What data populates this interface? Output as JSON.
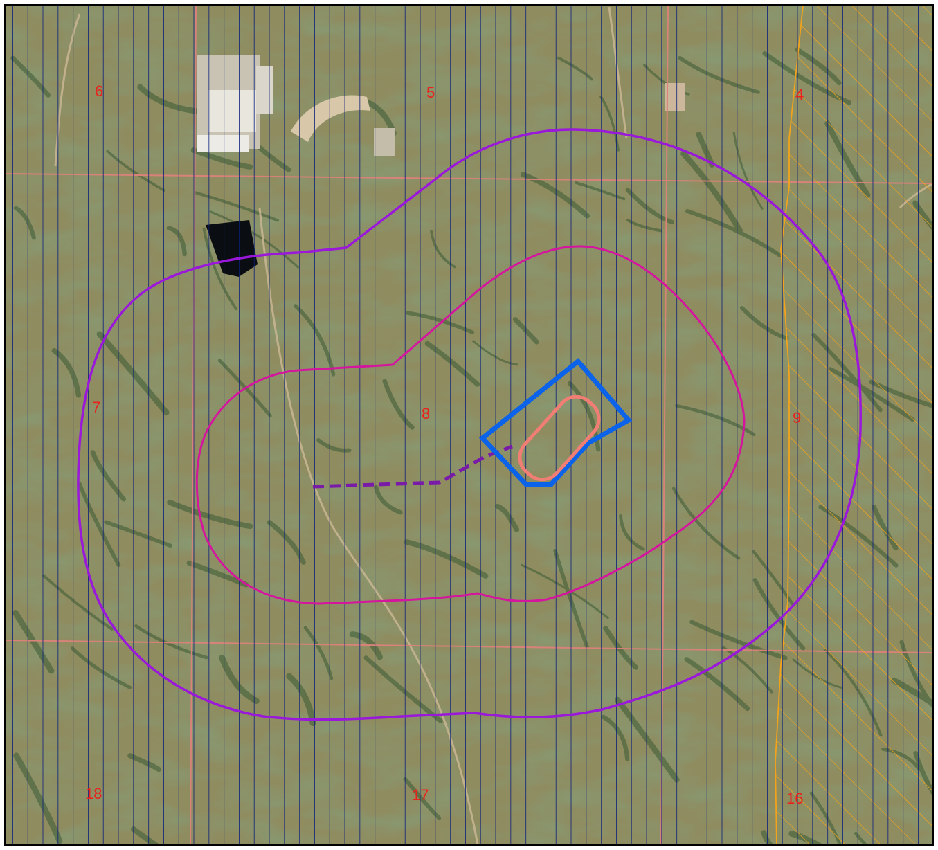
{
  "map": {
    "section_numbers": [
      "6",
      "5",
      "4",
      "7",
      "8",
      "9",
      "18",
      "17",
      "16"
    ]
  },
  "colors": {
    "terrain_base": "#8f8c60",
    "terrain_light": "#a8a47a",
    "drainage": "#3b5a34",
    "road": "#c9b693",
    "vertical_hatch": "#0b1f7a",
    "orange_hatch": "#f2a31b",
    "section_line": "#d9827a",
    "outer_buffer": "#9a18d9",
    "inner_buffer": "#d4169e",
    "pad_boundary": "#0a63e8",
    "disturbance": "#f07e74",
    "access_route": "#7a1aa8",
    "label": "#e8231e",
    "pond": "#0a0d12",
    "border": "#000000"
  },
  "icons": [
    "section-label",
    "pond",
    "facility-buildings"
  ]
}
